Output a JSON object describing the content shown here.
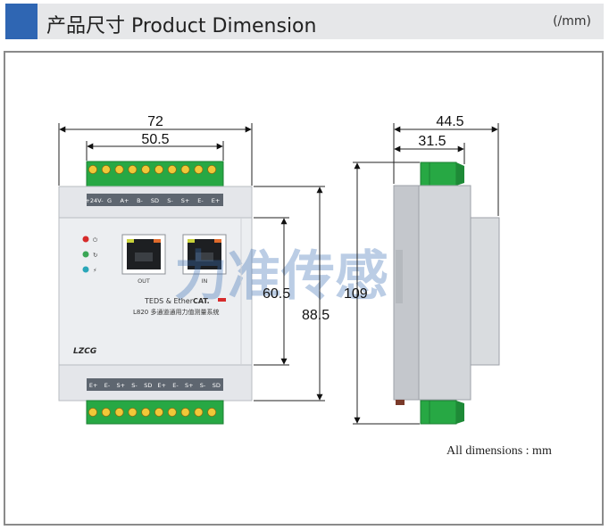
{
  "header": {
    "title": "产品尺寸 Product Dimension",
    "unit": "(/mm)"
  },
  "front_view": {
    "top_terminal_labels": [
      "+24V-",
      "G",
      "A+",
      "B-",
      "SD",
      "S-",
      "S+",
      "E-",
      "E+"
    ],
    "bottom_terminal_labels": [
      "E+",
      "E-",
      "S+",
      "S-",
      "SD",
      "E+",
      "E-",
      "S+",
      "S-",
      "SD"
    ],
    "port_out_label": "OUT",
    "port_in_label": "IN",
    "teds_text": "TEDS & Ether",
    "ethercat_text": "CAT.",
    "model_text": "L820 多通道通用力值测量系统",
    "brand_text": "LZCG",
    "watermark_text": "力准传感"
  },
  "dimensions": {
    "width_total": "72",
    "width_terminals": "50.5",
    "height_body": "60.5",
    "height_total_front": "88.5",
    "height_total_side": "109",
    "depth_total": "44.5",
    "depth_partial": "31.5"
  },
  "note": "All dimensions :   mm",
  "colors": {
    "accent": "#2f66b3",
    "terminal_green": "#27a844",
    "body": "#e9ebee",
    "side_body": "#cfd2d6"
  }
}
